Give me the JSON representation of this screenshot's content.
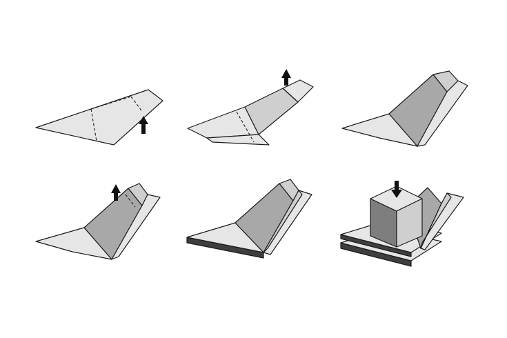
{
  "diagram": {
    "kind": "folding-sequence",
    "step_count": 6,
    "colors": {
      "background": "#ffffff",
      "outline": "#1a1a1a",
      "paper_light": "#e6e6e6",
      "paper_mid": "#cfcfcf",
      "paper_dark": "#a8a8a8",
      "slab_side": "#3e3e3e",
      "arrow": "#111111"
    },
    "steps": [
      {
        "id": 1,
        "arrow": "up"
      },
      {
        "id": 2,
        "arrow": "up"
      },
      {
        "id": 3,
        "arrow": "none"
      },
      {
        "id": 4,
        "arrow": "up"
      },
      {
        "id": 5,
        "arrow": "none"
      },
      {
        "id": 6,
        "arrow": "down"
      }
    ]
  }
}
